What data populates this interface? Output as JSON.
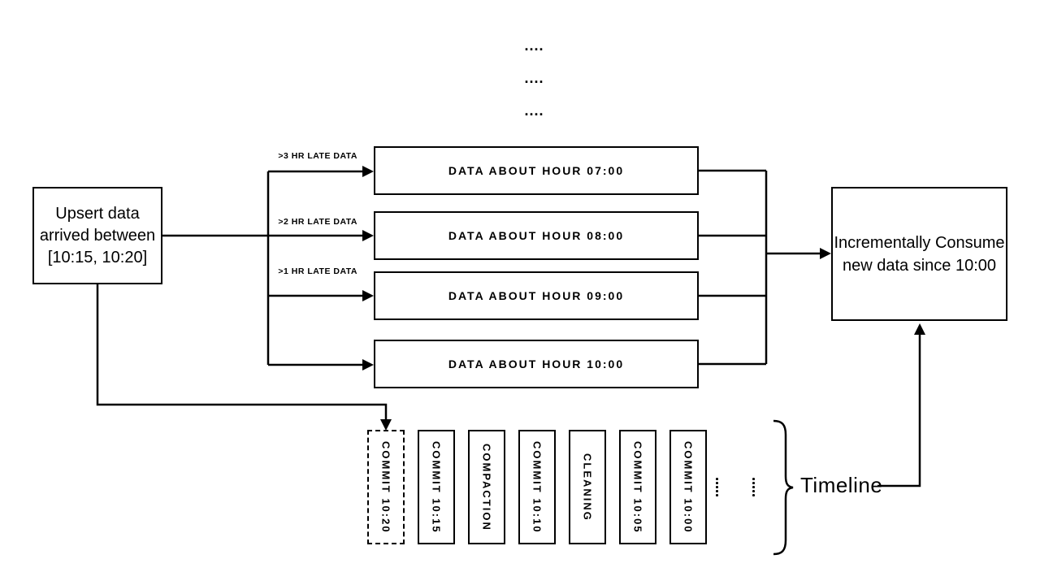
{
  "diagram": {
    "top_ellipsis": [
      "....",
      "....",
      "...."
    ],
    "upsert_box": {
      "lines": [
        "Upsert data",
        "arrived between",
        "[10:15, 10:20]"
      ]
    },
    "late_data_labels": [
      ">3 HR LATE DATA",
      ">2 HR LATE DATA",
      ">1 HR LATE DATA"
    ],
    "hour_boxes": [
      "DATA ABOUT HOUR 07:00",
      "DATA ABOUT HOUR 08:00",
      "DATA ABOUT HOUR 09:00",
      "DATA ABOUT HOUR 10:00"
    ],
    "consume_box": {
      "lines": [
        "Incrementally Consume",
        "new data since 10:00"
      ]
    },
    "timeline": {
      "label": "Timeline",
      "commits": [
        {
          "label": "COMMIT 10:20",
          "style": "dashed"
        },
        {
          "label": "COMMIT 10:15",
          "style": "solid"
        },
        {
          "label": "COMPACTION",
          "style": "solid"
        },
        {
          "label": "COMMIT 10:10",
          "style": "solid"
        },
        {
          "label": "CLEANING",
          "style": "solid"
        },
        {
          "label": "COMMIT 10:05",
          "style": "solid"
        },
        {
          "label": "COMMIT 10:00",
          "style": "solid"
        }
      ]
    },
    "colors": {
      "ink": "#000000",
      "background": "#ffffff"
    }
  }
}
